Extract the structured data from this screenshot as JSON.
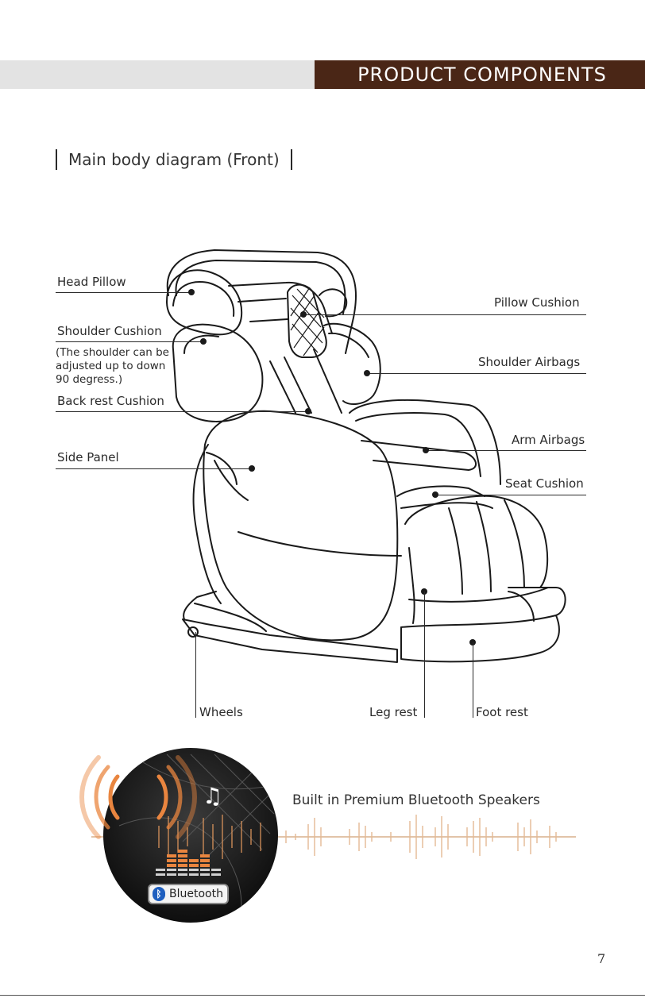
{
  "header": {
    "title": "PRODUCT COMPONENTS"
  },
  "section": {
    "title": "Main body diagram (Front)"
  },
  "labels": {
    "head_pillow": "Head Pillow",
    "shoulder_cushion": "Shoulder Cushion",
    "shoulder_note": "(The shoulder can be adjusted up to down 90 degress.)",
    "back_rest_cushion": "Back rest Cushion",
    "side_panel": "Side Panel",
    "pillow_cushion": "Pillow Cushion",
    "shoulder_airbags": "Shoulder Airbags",
    "arm_airbags": "Arm Airbags",
    "seat_cushion": "Seat Cushion",
    "wheels": "Wheels",
    "leg_rest": "Leg rest",
    "foot_rest": "Foot rest"
  },
  "bluetooth": {
    "caption": "Built in Premium Bluetooth Speakers",
    "badge_label": "Bluetooth",
    "icons": [
      "bluetooth-icon",
      "music-note-icon",
      "sound-wave-icon",
      "equalizer-icon"
    ],
    "colors": {
      "waves": "#e9853f",
      "badge_icon": "#1f5fbf",
      "dark": "#1b1b1b"
    }
  },
  "page_number": "7",
  "colors": {
    "header_bar": "#e3e3e3",
    "header_accent": "#4a2616",
    "text": "#2a2a2a"
  }
}
